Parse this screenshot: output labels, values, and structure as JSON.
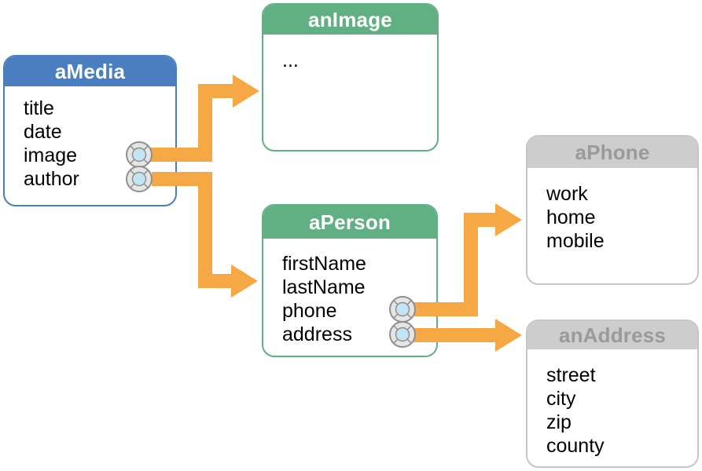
{
  "diagram": {
    "title": "object-relationship-diagram",
    "colors": {
      "blue": "#4A7EC0",
      "green": "#61B083",
      "gray_header": "#CDCDCD",
      "gray_border": "#C6C6C6",
      "gray_title": "#9A9A9A",
      "orange": "#F5A843",
      "icon_fill": "#E5E5E5",
      "icon_border": "#8F8F8F",
      "icon_center": "#C3E4F2",
      "text": "#000000"
    },
    "nodes": [
      {
        "id": "aMedia",
        "title": "aMedia",
        "theme": "blue",
        "fields": [
          "title",
          "date",
          "image",
          "author"
        ],
        "relationship_fields": [
          "image",
          "author"
        ]
      },
      {
        "id": "anImage",
        "title": "anImage",
        "theme": "green",
        "fields": [
          "..."
        ],
        "relationship_fields": []
      },
      {
        "id": "aPerson",
        "title": "aPerson",
        "theme": "green",
        "fields": [
          "firstName",
          "lastName",
          "phone",
          "address"
        ],
        "relationship_fields": [
          "phone",
          "address"
        ]
      },
      {
        "id": "aPhone",
        "title": "aPhone",
        "theme": "gray",
        "fields": [
          "work",
          "home",
          "mobile"
        ],
        "relationship_fields": []
      },
      {
        "id": "anAddress",
        "title": "anAddress",
        "theme": "gray",
        "fields": [
          "street",
          "city",
          "zip",
          "county"
        ],
        "relationship_fields": []
      }
    ],
    "connections": [
      {
        "from": "aMedia.image",
        "to": "anImage"
      },
      {
        "from": "aMedia.author",
        "to": "aPerson"
      },
      {
        "from": "aPerson.phone",
        "to": "aPhone"
      },
      {
        "from": "aPerson.address",
        "to": "anAddress"
      }
    ],
    "icon_names": [
      "relationship-icon"
    ]
  }
}
